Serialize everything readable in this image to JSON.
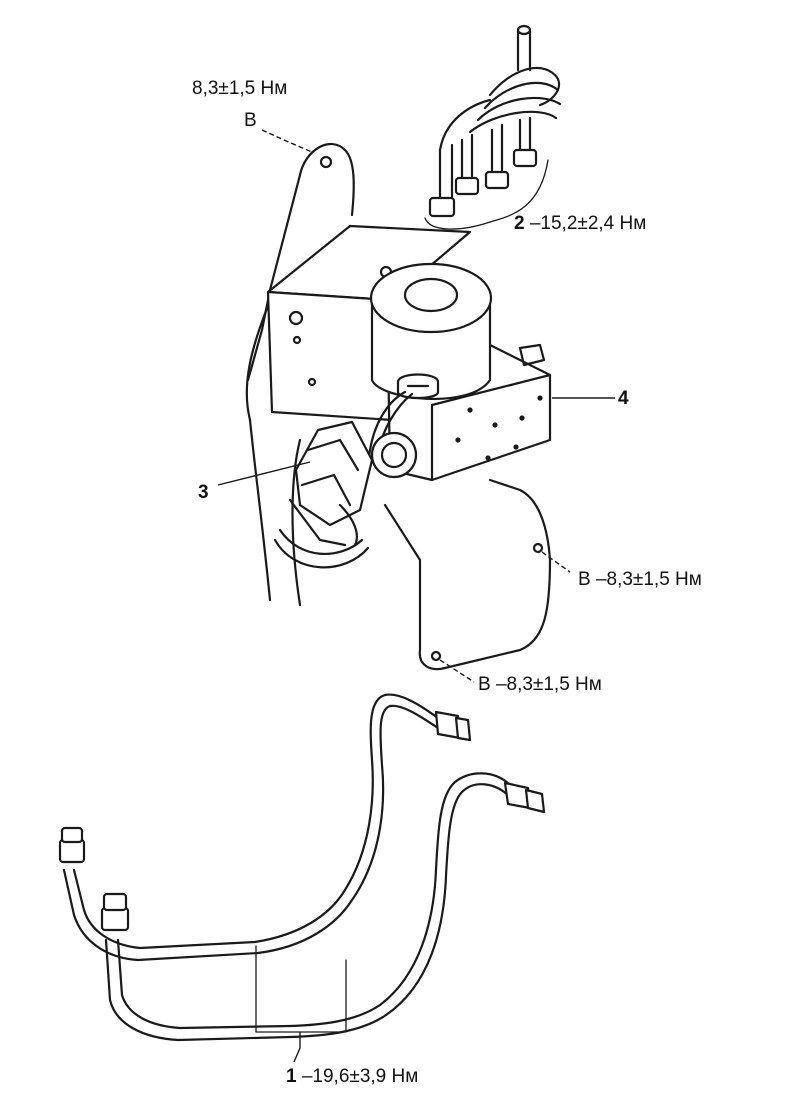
{
  "labels": {
    "top_left_torque": "8,3±1,5 Нм",
    "top_left_letter": "B",
    "callout_2_num": "2",
    "callout_2_text": " –15,2±2,4 Нм",
    "callout_4_num": "4",
    "callout_3_num": "3",
    "right_b1_text": "B –8,3±1,5 Нм",
    "right_b2_text": "B –8,3±1,5 Нм",
    "callout_1_num": "1",
    "callout_1_text": " –19,6±3,9 Нм"
  }
}
